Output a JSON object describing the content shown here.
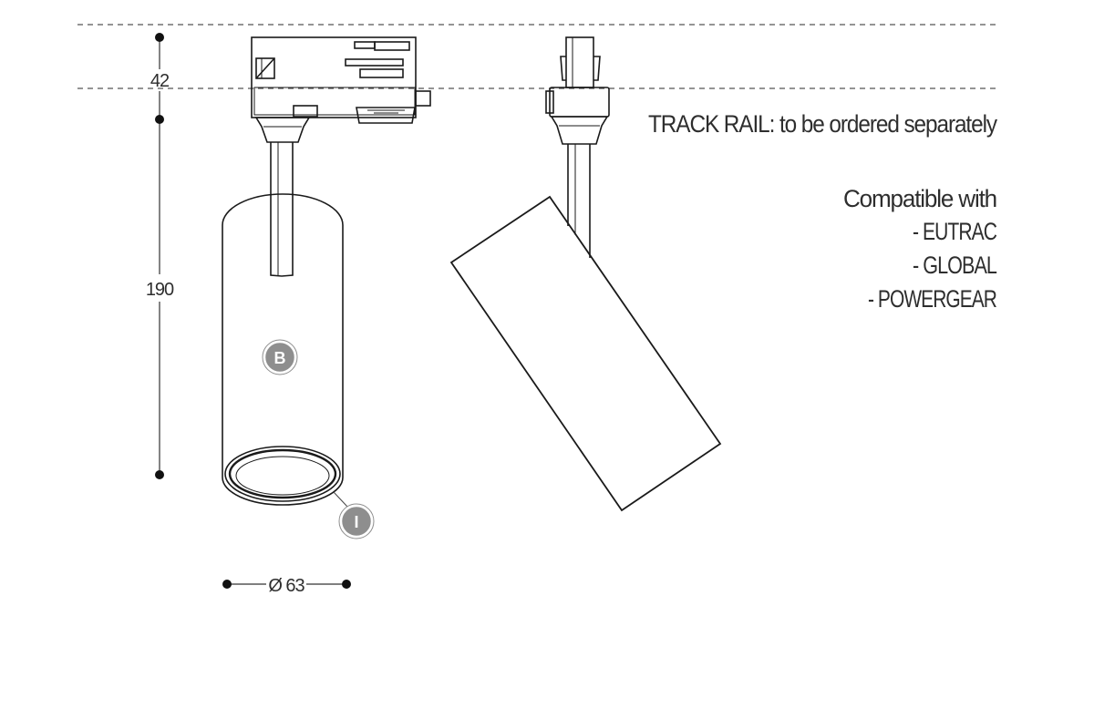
{
  "dimensions": {
    "height_adapter": "42",
    "height_body": "190",
    "diameter": "Ø 63"
  },
  "notes": {
    "track_rail": "TRACK RAIL: to be ordered separately",
    "compatible_heading": "Compatible with",
    "compatible_items": [
      "- EUTRAC",
      "- GLOBAL",
      "- POWERGEAR"
    ]
  },
  "badges": {
    "body": "B",
    "insert": "I"
  },
  "colors": {
    "line": "#1a1a1a",
    "badge_fill": "#8e8e8e",
    "text": "#2e2e2e"
  }
}
